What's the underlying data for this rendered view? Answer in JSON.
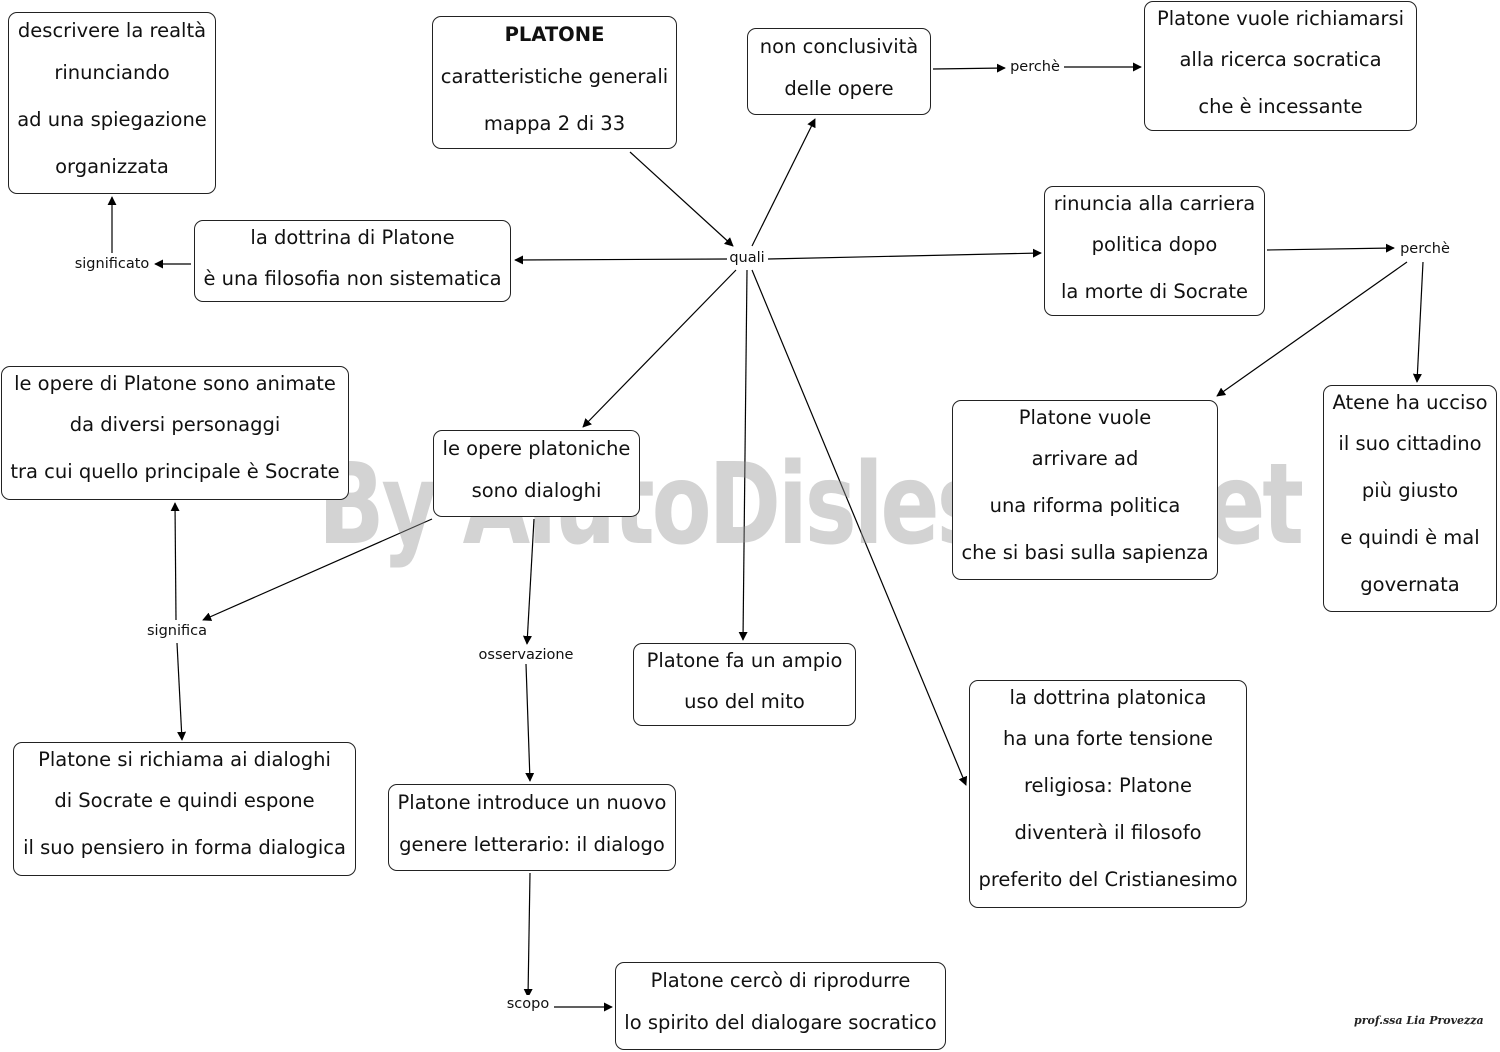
{
  "nodes": {
    "platone": [
      "PLATONE",
      "caratteristiche generali",
      "mappa 2 di 33"
    ],
    "descrivere": [
      "descrivere la realtà",
      "rinunciando",
      "ad una spiegazione",
      "organizzata"
    ],
    "dottrina": [
      "la dottrina di Platone",
      "è una filosofia non sistematica"
    ],
    "non_conclusivita": [
      "non conclusività",
      "delle opere"
    ],
    "richiamarsi": [
      "Platone vuole richiamarsi",
      "alla ricerca socratica",
      "che è incessante"
    ],
    "rinuncia": [
      "rinuncia alla carriera",
      "politica dopo",
      "la morte di Socrate"
    ],
    "personaggi": [
      "le opere di Platone sono animate",
      "da diversi personaggi",
      "tra cui quello principale è Socrate"
    ],
    "dialoghi": [
      "le opere platoniche",
      "sono dialoghi"
    ],
    "riforma": [
      "Platone vuole",
      "arrivare ad",
      "una riforma politica",
      "che si basi sulla sapienza"
    ],
    "atene": [
      "Atene ha ucciso",
      "il suo cittadino",
      "più giusto",
      "e quindi è mal",
      "governata"
    ],
    "mito": [
      "Platone fa un ampio",
      "uso del mito"
    ],
    "tensione": [
      "la dottrina platonica",
      "ha una forte tensione",
      "religiosa: Platone",
      "diventerà il filosofo",
      "preferito del Cristianesimo"
    ],
    "richiama": [
      "Platone si richiama ai dialoghi",
      "di Socrate e quindi  espone",
      "il suo pensiero in forma dialogica"
    ],
    "introduce": [
      "Platone introduce un nuovo",
      "genere letterario: il dialogo"
    ],
    "riprodurre": [
      "Platone cercò di riprodurre",
      "lo spirito del dialogare socratico"
    ]
  },
  "labels": {
    "quali": "quali",
    "perche1": "perchè",
    "perche2": "perchè",
    "significato": "significato",
    "significa": "significa",
    "osservazione": "osservazione",
    "scopo": "scopo"
  },
  "watermark": "By AiutoDislessia.net",
  "signature": "prof.ssa Lia Provezza"
}
